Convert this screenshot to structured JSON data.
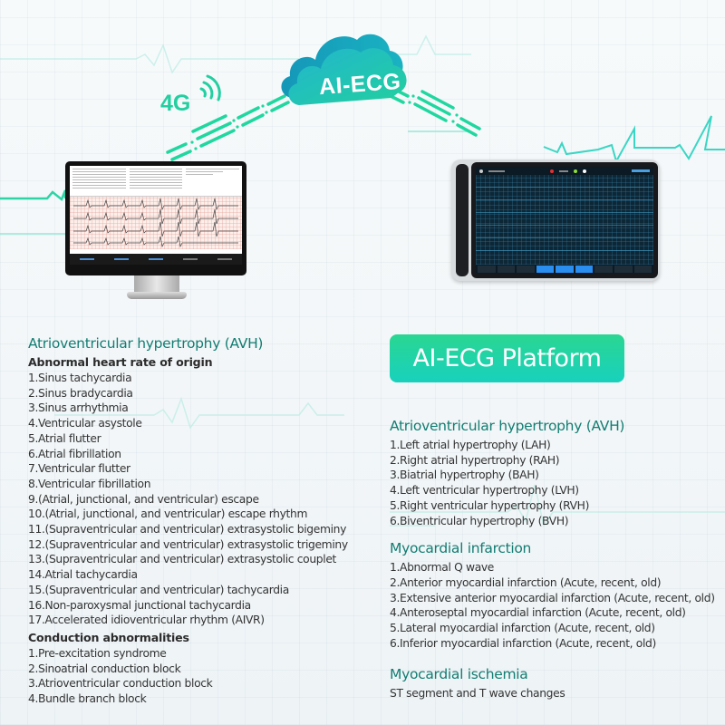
{
  "diagram": {
    "cloud_label": "AI-ECG",
    "network_label": "4G",
    "icons": [
      "cloud-icon",
      "wifi-signal-icon"
    ],
    "devices": [
      "desktop-monitor",
      "ecg-tablet"
    ],
    "colors": {
      "accent_green": "#23cfa0",
      "cloud_teal": "#1fb8c9",
      "heading_teal": "#137d72",
      "badge_top": "#2ad692",
      "badge_bottom": "#18d1bd"
    }
  },
  "platform_badge": "AI-ECG Platform",
  "left": {
    "title": "Atrioventricular hypertrophy (AVH)",
    "sections": [
      {
        "heading": "Abnormal heart rate of origin",
        "items": [
          "1.Sinus tachycardia",
          "2.Sinus bradycardia",
          "3.Sinus arrhythmia",
          "4.Ventricular asystole",
          "5.Atrial flutter",
          "6.Atrial fibrillation",
          "7.Ventricular flutter",
          "8.Ventricular fibrillation",
          "9.(Atrial, junctional, and ventricular) escape",
          "10.(Atrial, junctional, and ventricular) escape rhythm",
          "11.(Supraventricular and ventricular) extrasystolic bigeminy",
          "12.(Supraventricular and ventricular) extrasystolic trigeminy",
          "13.(Supraventricular and ventricular) extrasystolic couplet",
          "14.Atrial tachycardia",
          "15.(Supraventricular and ventricular) tachycardia",
          "16.Non-paroxysmal junctional tachycardia",
          "17.Accelerated idioventricular rhythm (AIVR)"
        ]
      },
      {
        "heading": "Conduction abnormalities",
        "items": [
          "1.Pre-excitation syndrome",
          "2.Sinoatrial conduction block",
          "3.Atrioventricular conduction block",
          "4.Bundle branch block"
        ]
      }
    ]
  },
  "right": {
    "sections": [
      {
        "title": "Atrioventricular hypertrophy (AVH)",
        "items": [
          "1.Left atrial hypertrophy (LAH)",
          "2.Right atrial hypertrophy (RAH)",
          "3.Biatrial hypertrophy (BAH)",
          "4.Left ventricular hypertrophy (LVH)",
          "5.Right ventricular hypertrophy (RVH)",
          "6.Biventricular hypertrophy (BVH)"
        ]
      },
      {
        "title": "Myocardial infarction",
        "items": [
          "1.Abnormal Q wave",
          "2.Anterior myocardial infarction (Acute, recent, old)",
          "3.Extensive anterior myocardial infarction (Acute, recent, old)",
          "4.Anteroseptal myocardial infarction (Acute, recent, old)",
          "5.Lateral myocardial infarction (Acute, recent, old)",
          "6.Inferior myocardial infarction (Acute, recent, old)"
        ]
      },
      {
        "title": "Myocardial ischemia",
        "items": [
          "ST segment and T wave changes"
        ]
      }
    ]
  }
}
